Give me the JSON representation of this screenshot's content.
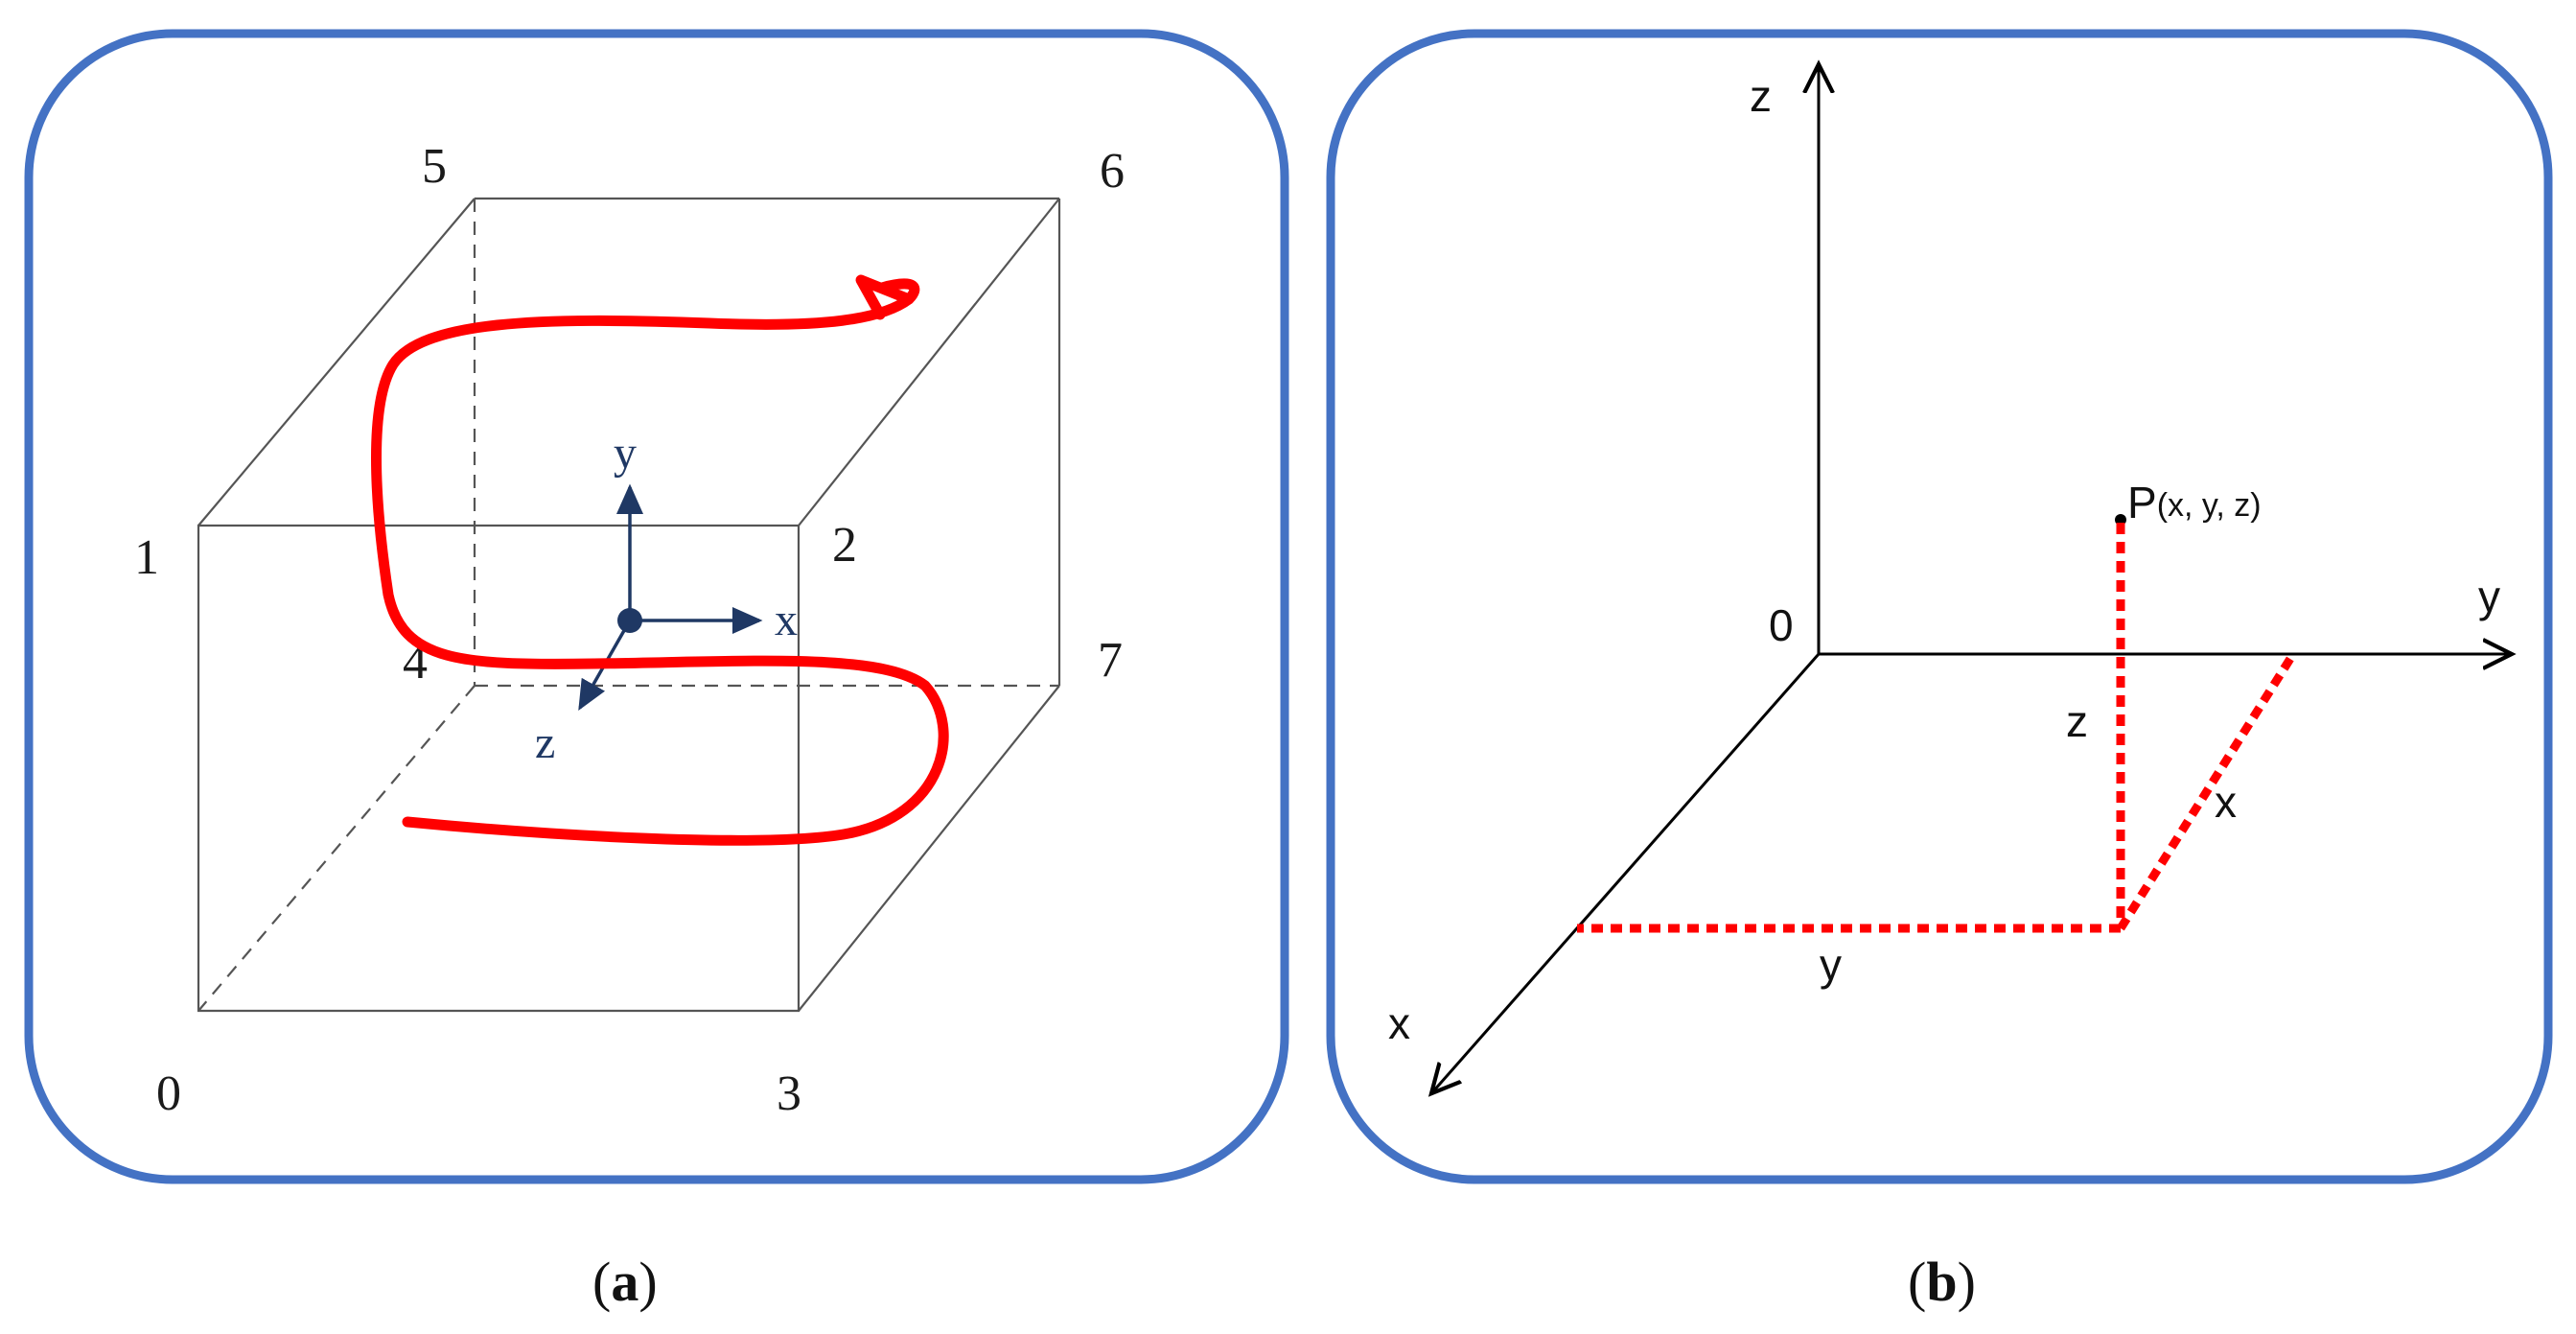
{
  "panel_a": {
    "vertices": {
      "v0": "0",
      "v1": "1",
      "v2": "2",
      "v3": "3",
      "v4": "4",
      "v5": "5",
      "v6": "6",
      "v7": "7"
    },
    "axes": {
      "x": "x",
      "y": "y",
      "z": "z"
    },
    "colors": {
      "frame": "#4472c4",
      "trajectory": "#ff0000",
      "axes": "#1f3864"
    }
  },
  "panel_b": {
    "axes": {
      "x": "x",
      "y": "y",
      "z": "z",
      "origin": "0"
    },
    "point_label": "P",
    "point_coords": "(x, y, z)",
    "projection_labels": {
      "z": "z",
      "x": "x",
      "y": "y"
    },
    "colors": {
      "projection": "#ff0000"
    }
  },
  "captions": {
    "a_open": "(",
    "a_letter": "a",
    "a_close": ")",
    "b_open": "(",
    "b_letter": "b",
    "b_close": ")"
  }
}
